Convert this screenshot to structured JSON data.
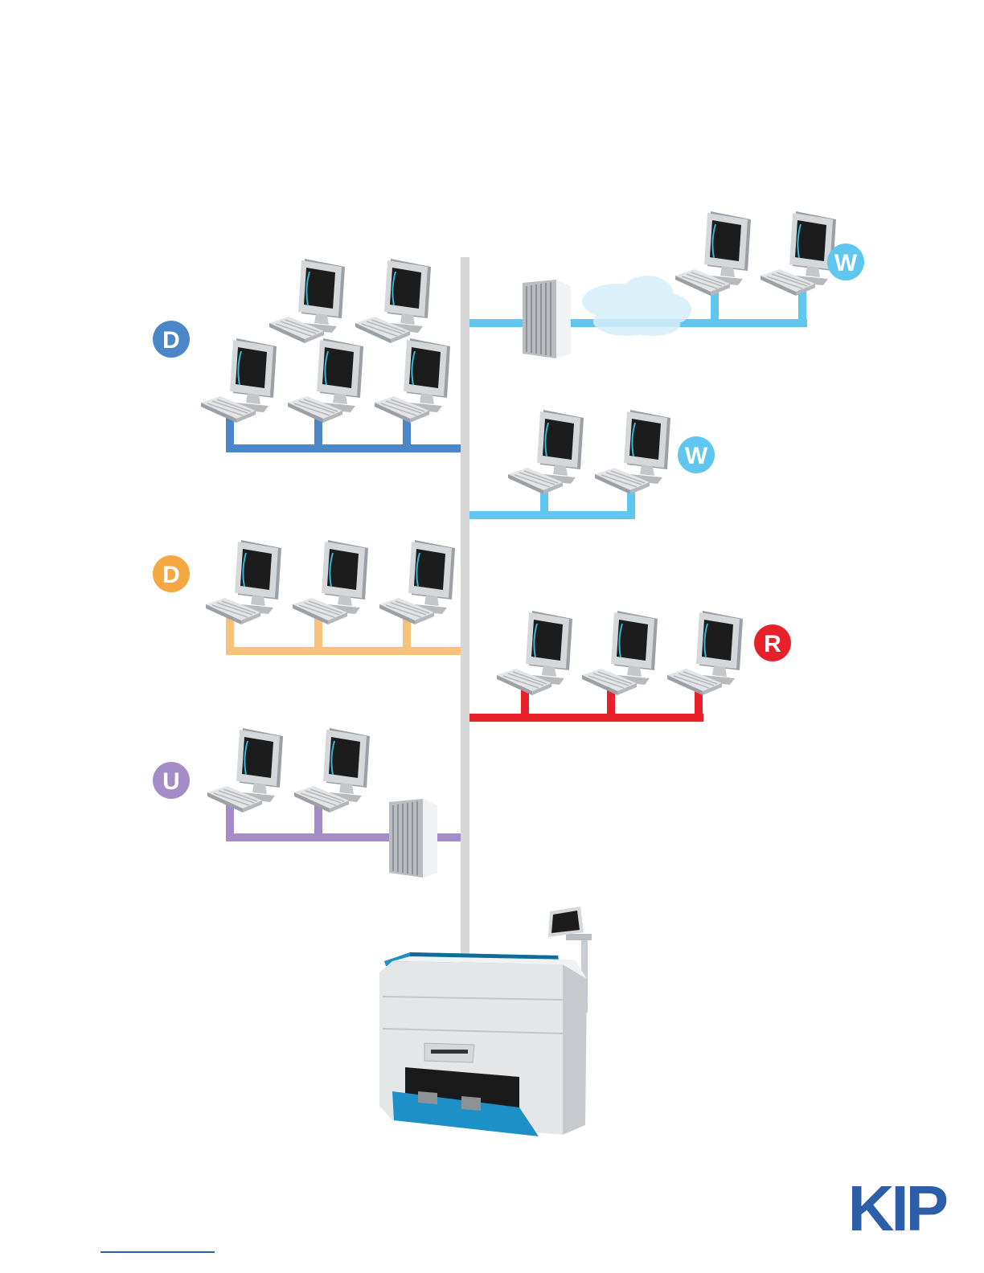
{
  "colors": {
    "backbone": "#d6d6d6",
    "blue_d": "#4a86c8",
    "orange_d": "#f5a742",
    "orange_line": "#f7c27a",
    "purple_u": "#a48cc8",
    "light_blue_w": "#5ec6ef",
    "red_r": "#e8202a",
    "brand": "#2d5ea8",
    "printer_accent": "#1e90c8"
  },
  "badges": {
    "d_blue": "D",
    "d_orange": "D",
    "u_purple": "U",
    "w_remote": "W",
    "w_local": "W",
    "r_red": "R"
  },
  "icons": {
    "workstation": "desktop-computer-icon",
    "server": "server-tower-icon",
    "cloud": "cloud-icon",
    "printer": "wide-format-printer-icon"
  },
  "brand": {
    "logo_text": "KIP"
  }
}
